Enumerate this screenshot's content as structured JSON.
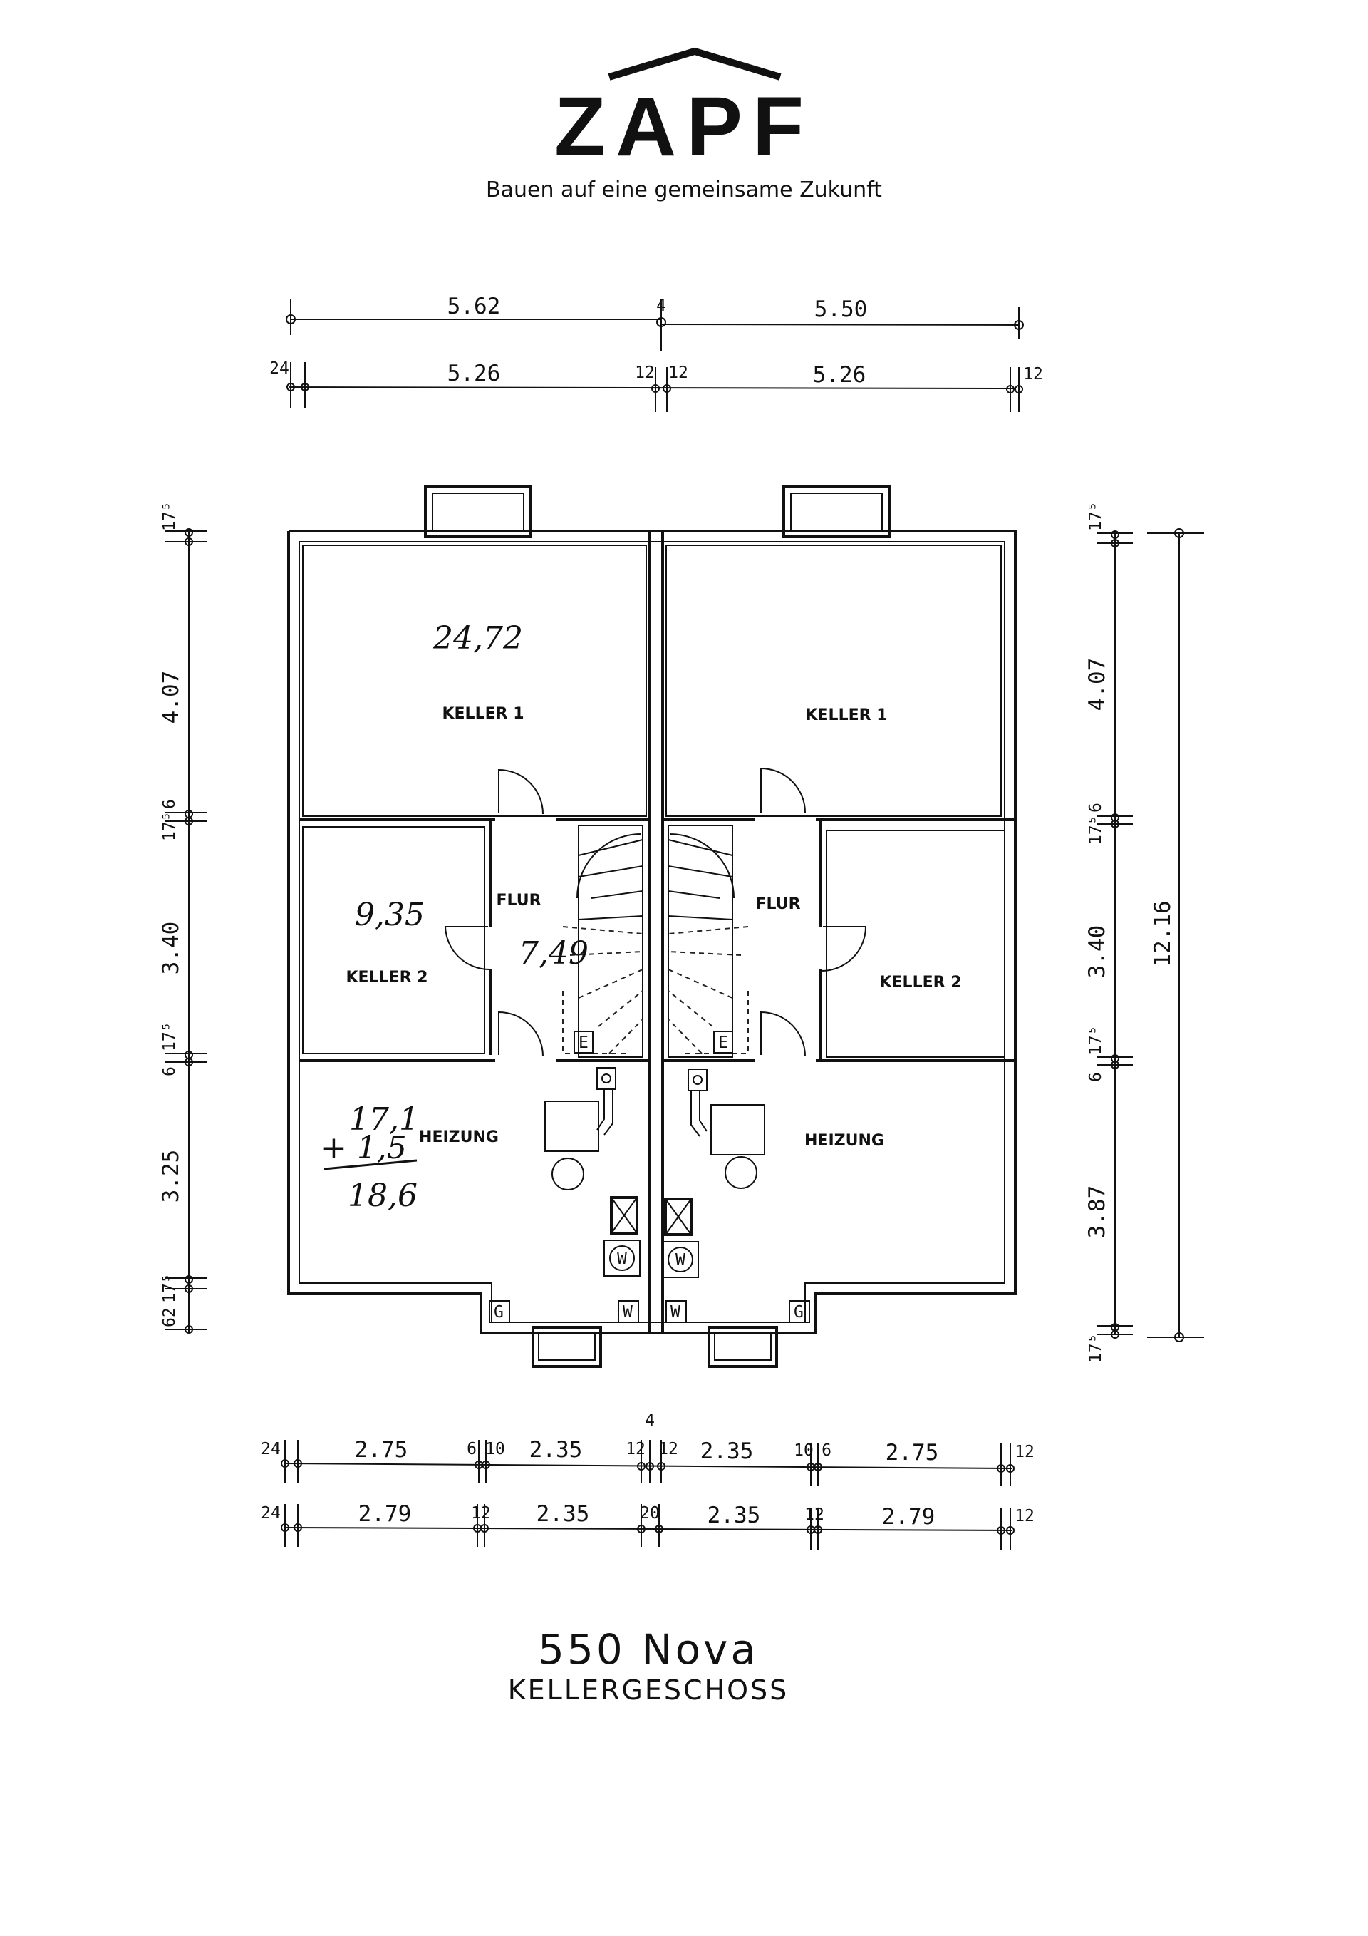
{
  "header": {
    "brand": "ZAPF",
    "tagline": "Bauen auf eine gemeinsame Zukunft"
  },
  "dimensions": {
    "top_row1": [
      "5.62",
      "4",
      "5.50"
    ],
    "top_row2": [
      "24",
      "5.26",
      "12",
      "12",
      "5.26",
      "12"
    ],
    "left_vertical": [
      "17⁵",
      "4.07",
      "17⁵",
      "6",
      "3.40",
      "6",
      "17⁵",
      "3.25",
      "62",
      "17⁵"
    ],
    "right_vertical": [
      "17⁵",
      "4.07",
      "17⁵",
      "6",
      "3.40",
      "6",
      "17⁵",
      "3.87",
      "17⁵"
    ],
    "right_total": "12.16",
    "bottom_row1": [
      "24",
      "2.75",
      "6",
      "10",
      "2.35",
      "12",
      "4",
      "12",
      "2.35",
      "10",
      "6",
      "2.75",
      "12"
    ],
    "bottom_row2": [
      "24",
      "2.79",
      "12",
      "2.35",
      "20",
      "2.35",
      "12",
      "2.79",
      "12"
    ]
  },
  "rooms": {
    "left": {
      "keller1": "KELLER 1",
      "keller2": "KELLER 2",
      "flur": "FLUR",
      "heizung": "HEIZUNG"
    },
    "right": {
      "keller1": "KELLER 1",
      "keller2": "KELLER 2",
      "flur": "FLUR",
      "heizung": "HEIZUNG"
    }
  },
  "symbols": {
    "e": "E",
    "g": "G",
    "w": "W"
  },
  "handwritten": {
    "keller1_area": "24,72",
    "keller2_area": "9,35",
    "flur_area": "7,49",
    "heizung_line1": "17,1",
    "heizung_line2": "+ 1,5",
    "heizung_total": "18,6"
  },
  "footer": {
    "model": "550 Nova",
    "floor": "KELLERGESCHOSS"
  }
}
